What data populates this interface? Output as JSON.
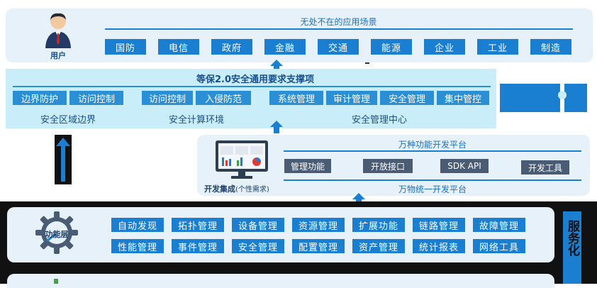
{
  "top": {
    "user_label": "用户",
    "scene_title": "无处不在的应用场景",
    "scenes": [
      "国防",
      "电信",
      "政府",
      "金融",
      "交通",
      "能源",
      "企业",
      "工业",
      "制造"
    ]
  },
  "security": {
    "title": "等保2.0安全通用要求支撑项",
    "groups": [
      {
        "items": [
          "边界防护",
          "访问控制"
        ],
        "label": "安全区域边界"
      },
      {
        "items": [
          "访问控制",
          "入侵防范"
        ],
        "label": "安全计算环境"
      },
      {
        "items": [
          "系统管理",
          "审计管理",
          "安全管理",
          "集中管控"
        ],
        "label": "安全管理中心"
      }
    ]
  },
  "dev": {
    "title": "万种功能开发平台",
    "items": [
      "管理功能",
      "开放接口",
      "SDK API",
      "开发工具"
    ],
    "bottom_label": "万物统一开发平台",
    "integration_label": "开发集成",
    "integration_sub": "(个性需求)"
  },
  "func": {
    "label": "功能层",
    "row1": [
      "自动发现",
      "拓扑管理",
      "设备管理",
      "资源管理",
      "扩展功能",
      "链路管理",
      "故障管理"
    ],
    "row2": [
      "性能管理",
      "事件管理",
      "安全管理",
      "配置管理",
      "资产管理",
      "统计报表",
      "网络工具"
    ]
  },
  "side_vertical": "服务化",
  "colors": {
    "primary": "#1a7fd1",
    "panel": "#e6f1fa",
    "dark": "#111111",
    "cyan": "#c9eef9"
  }
}
